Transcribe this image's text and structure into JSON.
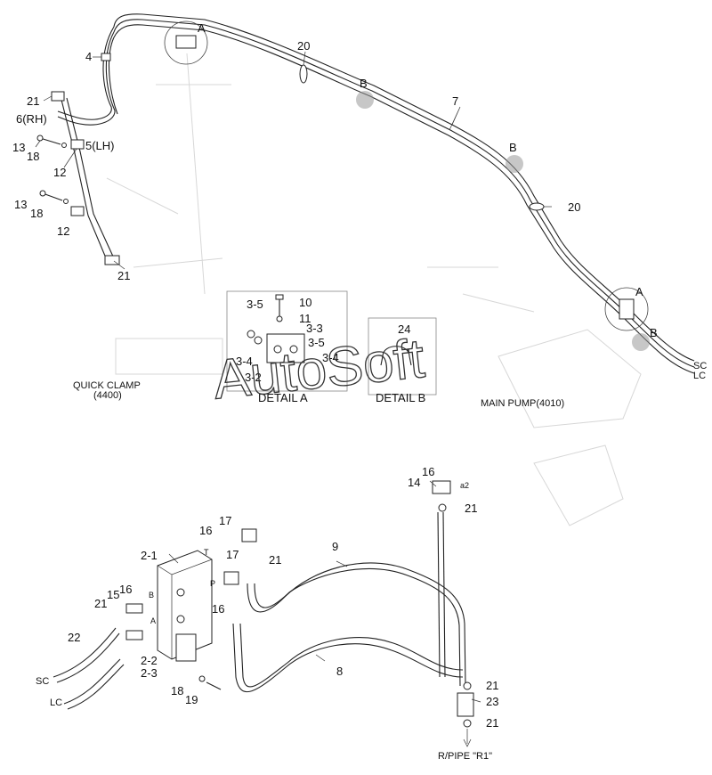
{
  "labels": {
    "p4": "4",
    "p20a": "20",
    "p20b": "20",
    "p7": "7",
    "p21a": "21",
    "p6": "6(RH)",
    "p5": "5(LH)",
    "p13a": "13",
    "p18a": "18",
    "p12a": "12",
    "p13b": "13",
    "p18b": "18",
    "p12b": "12",
    "p21b": "21",
    "p35a": "3-5",
    "p10": "10",
    "p11": "11",
    "p33": "3-3",
    "p35b": "3-5",
    "p34a": "3-4",
    "p34b": "3-4",
    "p32": "3-2",
    "p24": "24",
    "p16a": "16",
    "p14": "14",
    "p21c": "21",
    "p17a": "17",
    "p16b": "16",
    "p21d": "21",
    "p17b": "17",
    "p9": "9",
    "p21x": "2-1",
    "p16c": "16",
    "p21e": "21",
    "p15": "15",
    "p16d": "16",
    "p22": "22",
    "p22b": "2-2",
    "p23b": "2-3",
    "p8": "8",
    "p18c": "18",
    "p19": "19",
    "p21f": "21",
    "p23": "23",
    "p21g": "21"
  },
  "callouts": {
    "a1": "A",
    "a2": "A",
    "b1": "B",
    "b2": "B",
    "b3": "B"
  },
  "ports": {
    "t": "T",
    "p": "P",
    "b": "B",
    "a": "A",
    "a2": "a2"
  },
  "lines": {
    "sc_top": "SC",
    "lc_top": "LC",
    "sc_bottom": "SC",
    "lc_bottom": "LC"
  },
  "captions": {
    "quick_clamp": "QUICK CLAMP",
    "quick_clamp_code": "(4400)",
    "detail_a": "DETAIL A",
    "detail_b": "DETAIL B",
    "main_pump": "MAIN PUMP(4010)",
    "rpipe": "R/PIPE \"R1\""
  },
  "watermark": "AutoSoft"
}
